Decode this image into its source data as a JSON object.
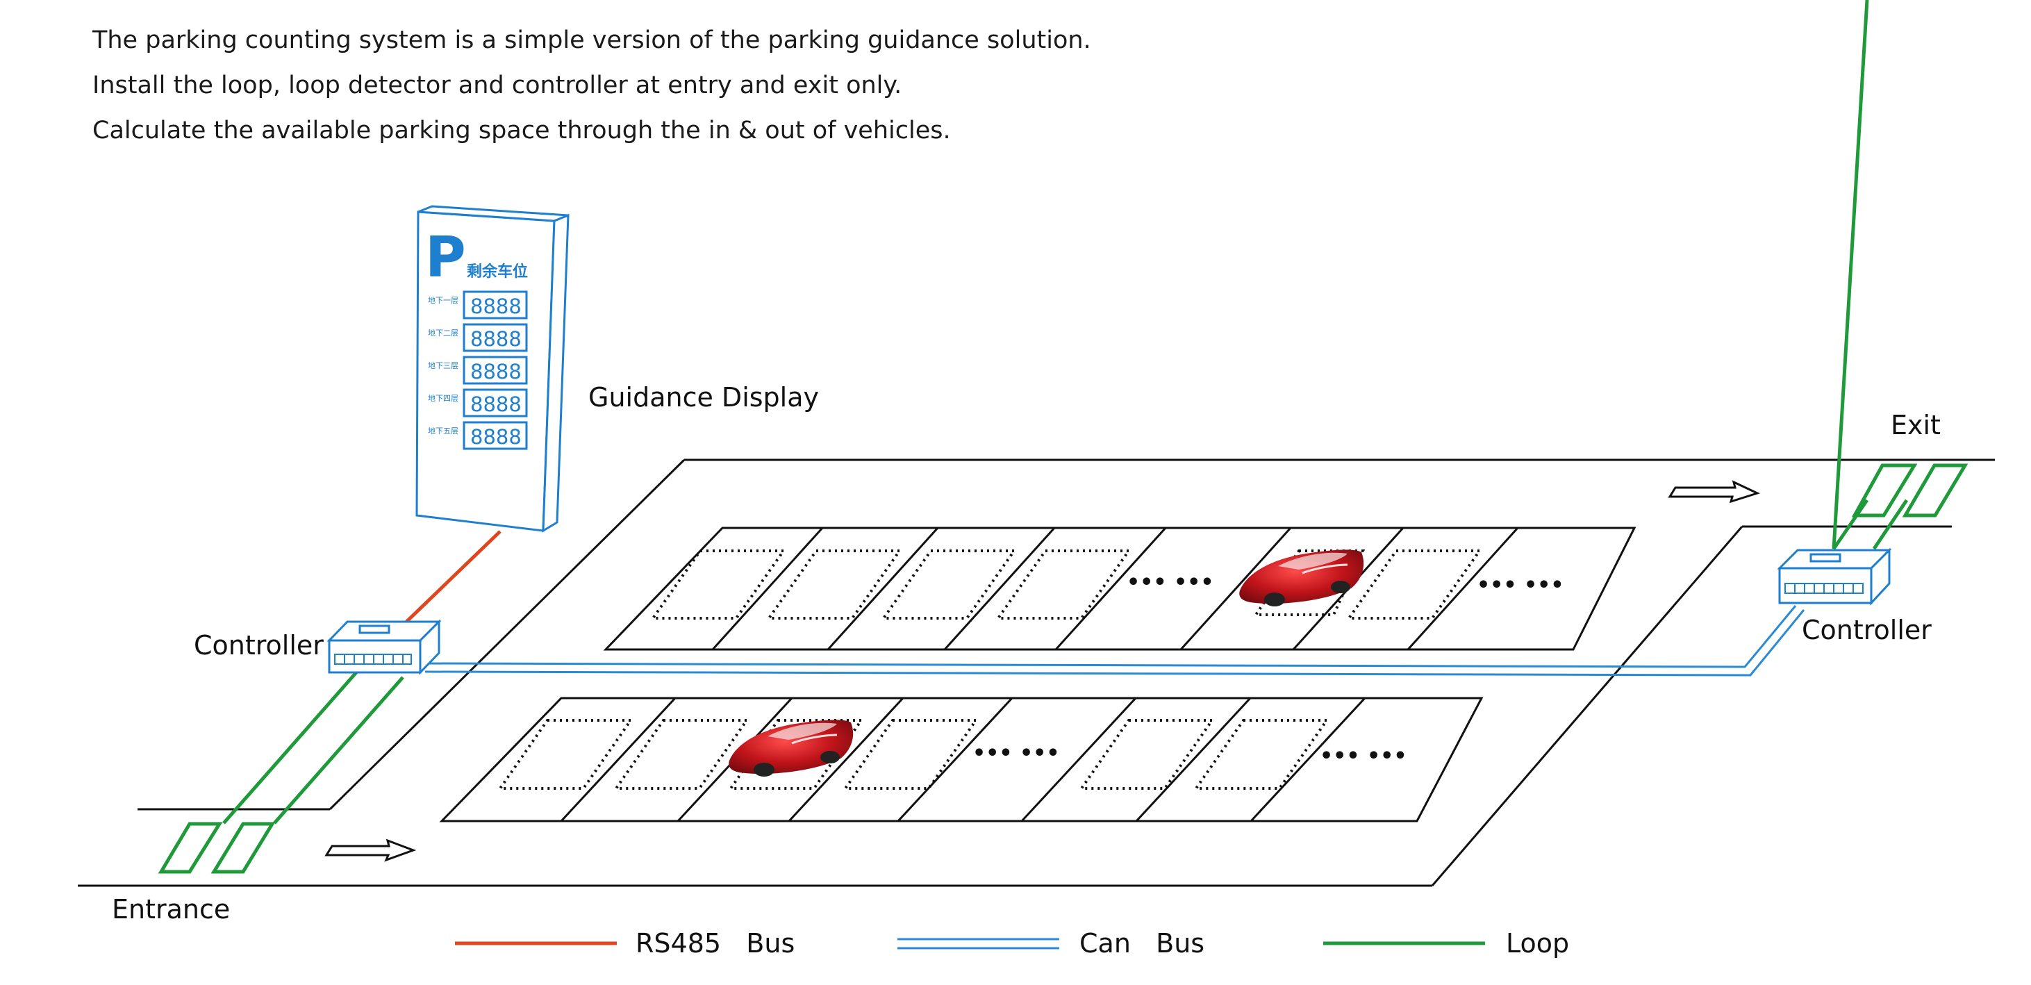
{
  "intro": {
    "line1": "The parking counting system is a simple version of the parking guidance solution.",
    "line2": "Install the loop, loop detector and controller at entry and exit only.",
    "line3": "Calculate the available parking space through the in & out of vehicles."
  },
  "labels": {
    "guidance_display": "Guidance Display",
    "controller_left": "Controller",
    "controller_right": "Controller",
    "exit": "Exit",
    "entrance": "Entrance"
  },
  "sign": {
    "p_letter": "P",
    "title": "剩余车位",
    "rows": [
      {
        "floor": "地下一层",
        "value": "8888"
      },
      {
        "floor": "地下二层",
        "value": "8888"
      },
      {
        "floor": "地下三层",
        "value": "8888"
      },
      {
        "floor": "地下四层",
        "value": "8888"
      },
      {
        "floor": "地下五层",
        "value": "8888"
      }
    ]
  },
  "ellipsis": "••• •••",
  "legend": [
    {
      "label": "RS485   Bus",
      "color": "#e0461e",
      "style": "single"
    },
    {
      "label": "Can   Bus",
      "color": "#2a8ad4",
      "style": "double"
    },
    {
      "label": "Loop",
      "color": "#1e9a3a",
      "style": "single"
    }
  ],
  "colors": {
    "rs485": "#e0461e",
    "canbus": "#2a8ad4",
    "loop": "#1e9a3a",
    "device": "#1f7fcf",
    "car": "#c0141a"
  }
}
